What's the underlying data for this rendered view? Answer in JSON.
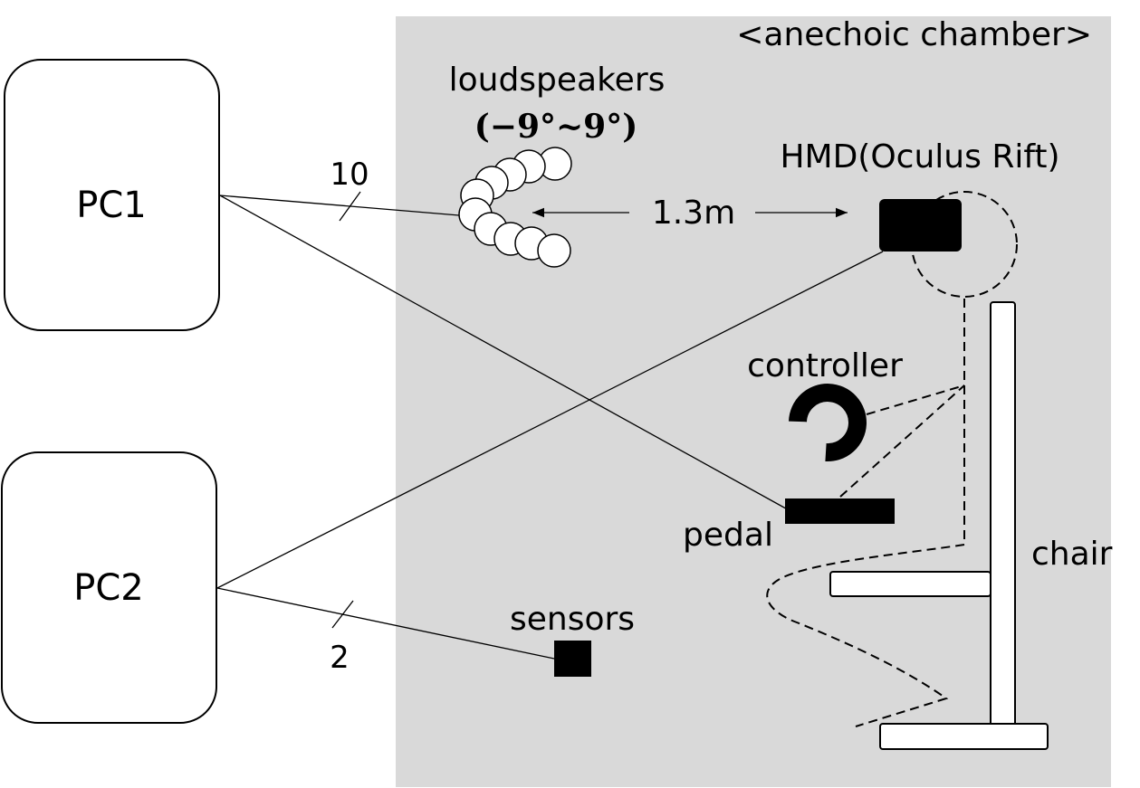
{
  "chamber": {
    "label": "<anechoic chamber>",
    "fill": "#d9d9d9"
  },
  "pcs": [
    {
      "label": "PC1"
    },
    {
      "label": "PC2"
    }
  ],
  "loudspeakers": {
    "label": "loudspeakers",
    "range": "(−9°~9°)",
    "count": 10
  },
  "hmd": {
    "label": "HMD(Oculus Rift)"
  },
  "distance": {
    "label": "1.3m"
  },
  "controller": {
    "label": "controller"
  },
  "pedal": {
    "label": "pedal"
  },
  "sensors": {
    "label": "sensors"
  },
  "chair": {
    "label": "chair"
  },
  "channels": {
    "pc1_to_speakers": "10",
    "pc2_to_sensors": "2"
  }
}
